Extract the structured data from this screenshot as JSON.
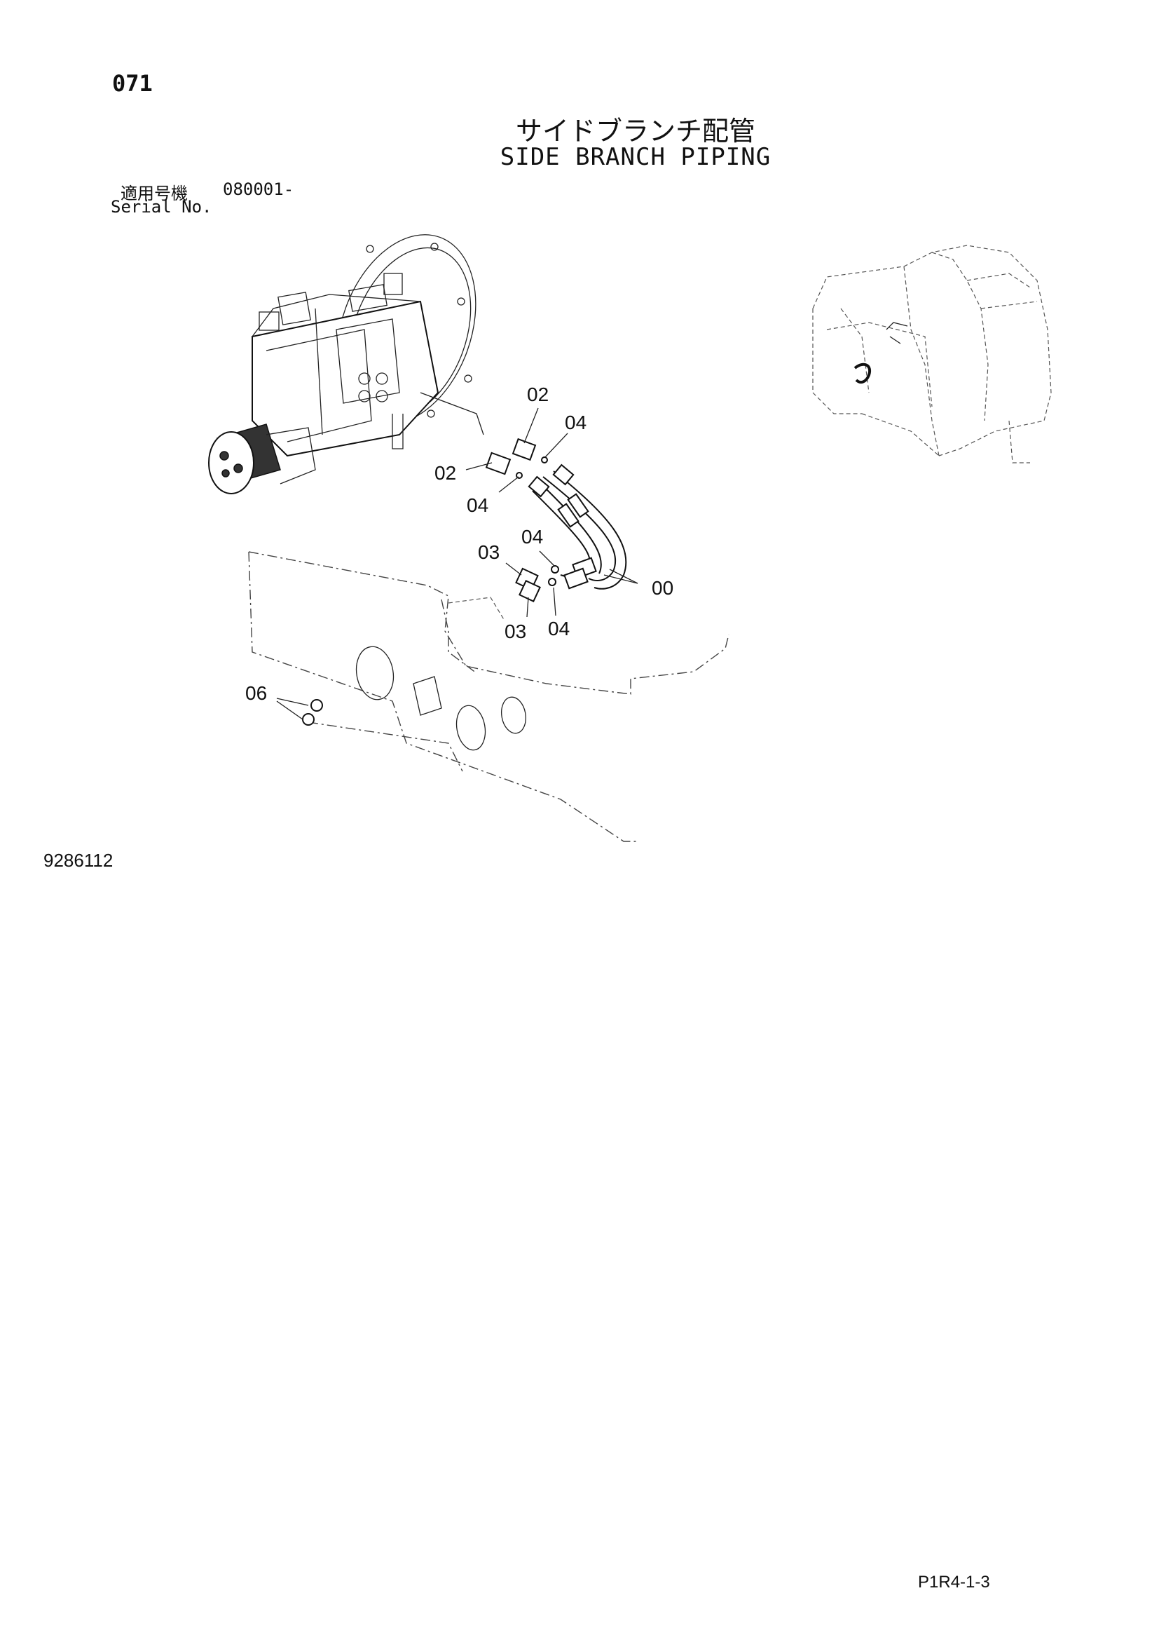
{
  "header": {
    "page_number": "071",
    "title_jp": "サイドブランチ配管",
    "title_en": "SIDE BRANCH PIPING",
    "serial_label_jp": "適用号機",
    "serial_label_en": "Serial No.",
    "serial_value": "080001-"
  },
  "callouts": {
    "c02_top": "02",
    "c04_top": "04",
    "c02_left": "02",
    "c04_left": "04",
    "c04_mid": "04",
    "c03_top": "03",
    "c00": "00",
    "c03_bottom": "03",
    "c04_bottom": "04",
    "c06": "06"
  },
  "footer": {
    "drawing_id": "9286112",
    "page_code": "P1R4-1-3"
  }
}
